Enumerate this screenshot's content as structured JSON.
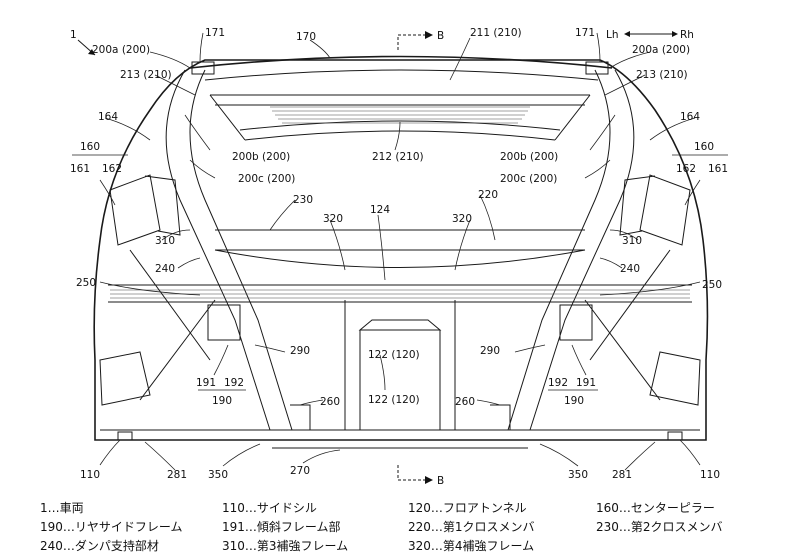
{
  "figure_ref": "1",
  "section_marks": {
    "top": "B",
    "bottom": "B"
  },
  "direction": {
    "left": "Lh",
    "right": "Rh"
  },
  "labels": {
    "l171L": "171",
    "l171R": "171",
    "l170": "170",
    "l200aL": "200a (200)",
    "l200aR": "200a (200)",
    "l213L": "213 (210)",
    "l213R": "213 (210)",
    "l211": "211 (210)",
    "l212": "212 (210)",
    "l164L": "164",
    "l164R": "164",
    "l160L": "160",
    "l160R": "160",
    "l161L": "161",
    "l162L": "162",
    "l162R": "162",
    "l161R": "161",
    "l200bL": "200b (200)",
    "l200bR": "200b (200)",
    "l200cL": "200c (200)",
    "l200cR": "200c (200)",
    "l230": "230",
    "l220": "220",
    "l124": "124",
    "l320L": "320",
    "l320R": "320",
    "l310L": "310",
    "l310R": "310",
    "l240L": "240",
    "l240R": "240",
    "l250L": "250",
    "l250R": "250",
    "l290L": "290",
    "l290R": "290",
    "l122a": "122 (120)",
    "l122b": "122 (120)",
    "l191L": "191",
    "l192L": "192",
    "l190L": "190",
    "l192R": "192",
    "l191R": "191",
    "l190R": "190",
    "l260L": "260",
    "l260R": "260",
    "l110L": "110",
    "l110R": "110",
    "l281L": "281",
    "l281R": "281",
    "l350L": "350",
    "l350R": "350",
    "l270": "270"
  },
  "legend": [
    [
      "1…車両",
      "110…サイドシル",
      "120…フロアトンネル",
      "160…センターピラー"
    ],
    [
      "190…リヤサイドフレーム",
      "191…傾斜フレーム部",
      "220…第1クロスメンバ",
      "230…第2クロスメンバ"
    ],
    [
      "240…ダンパ支持部材",
      "310…第3補強フレーム",
      "320…第4補強フレーム",
      ""
    ]
  ]
}
